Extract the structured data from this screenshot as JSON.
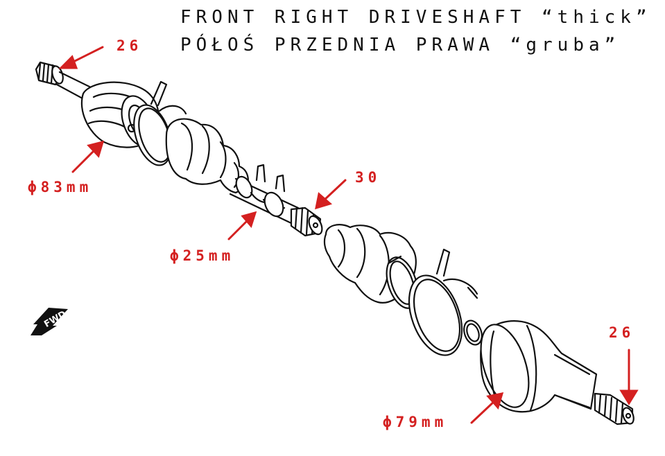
{
  "title": {
    "line1": "FRONT RIGHT DRIVESHAFT “thick”",
    "line2": "PÓŁOŚ PRZEDNIA PRAWA “gruba”"
  },
  "callouts": {
    "spline_outer_left": "26",
    "spline_inner": "30",
    "spline_outer_right": "26",
    "diameter_left_cup": "ϕ83mm",
    "diameter_shaft": "ϕ25mm",
    "diameter_right_cup": "ϕ79mm"
  },
  "fwd_badge": "FWD",
  "colors": {
    "annotation": "#d42020",
    "linework": "#111111"
  }
}
